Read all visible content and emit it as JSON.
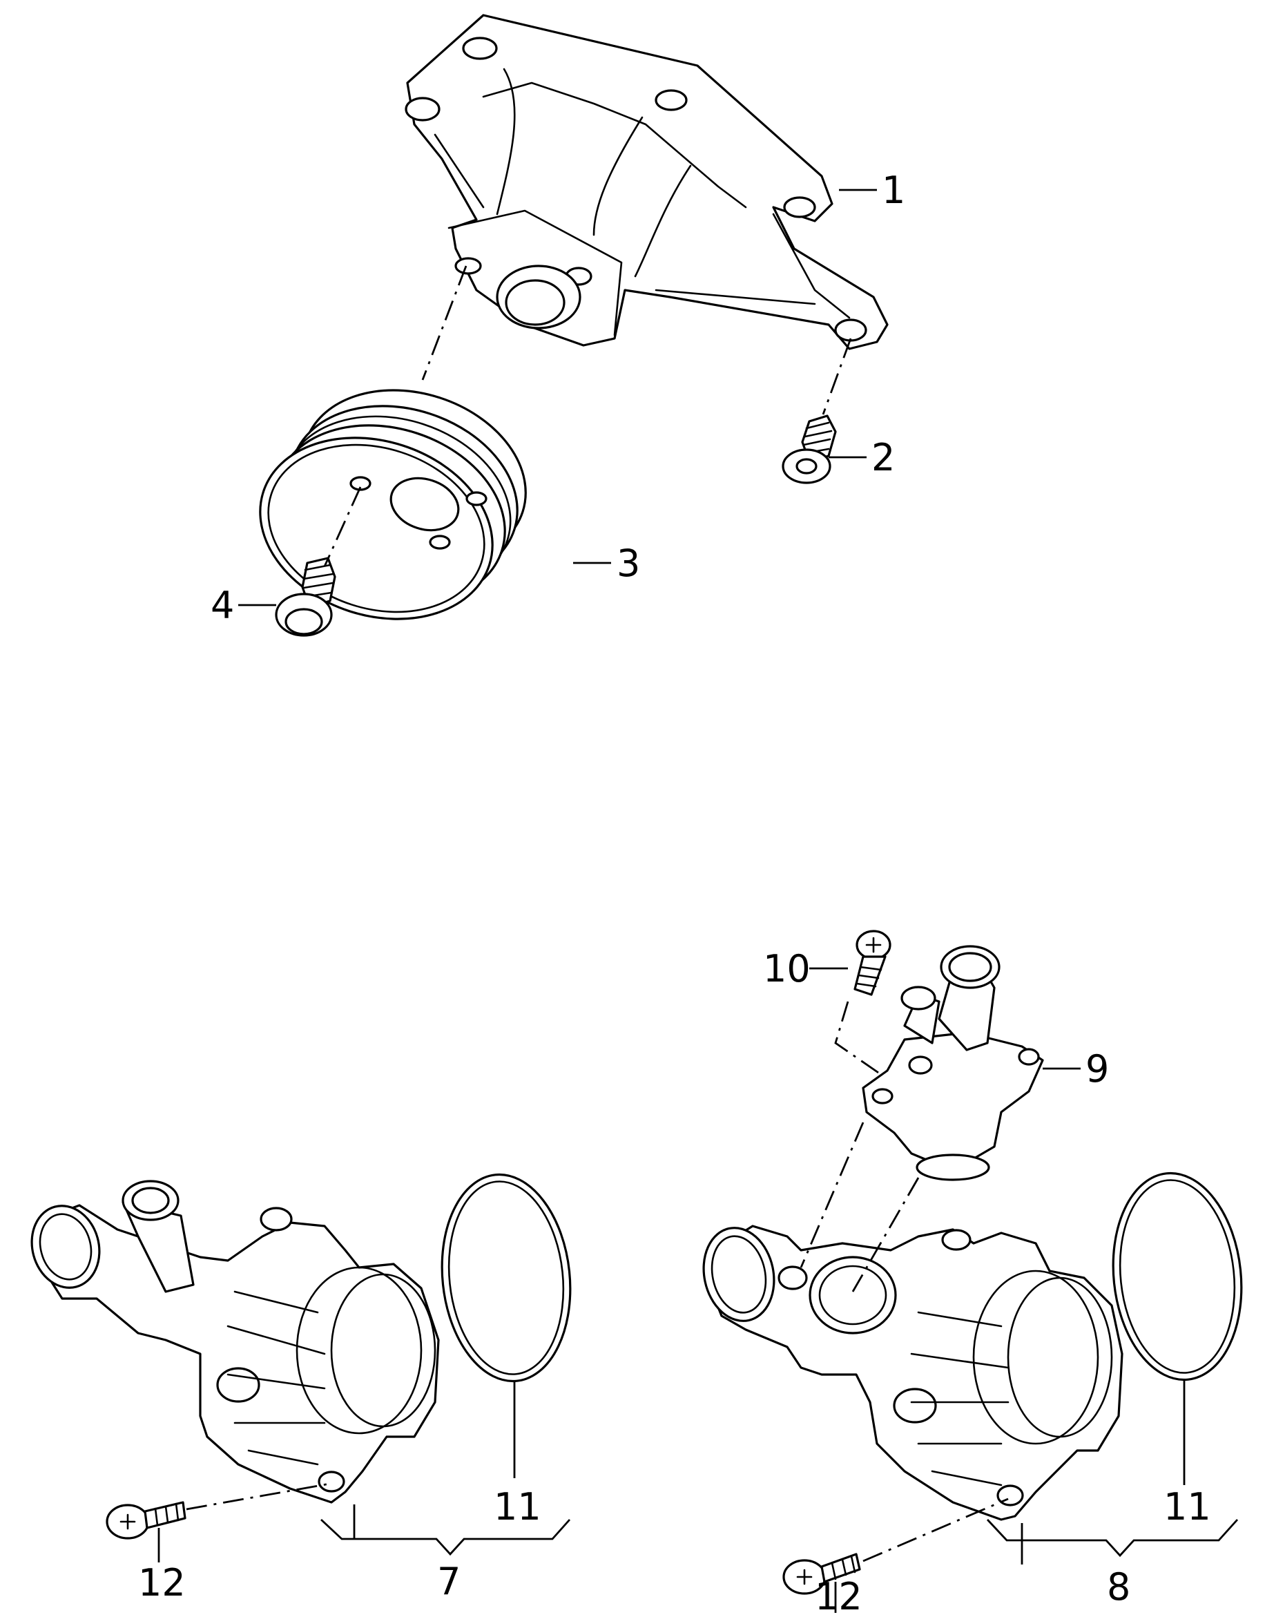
{
  "callouts": {
    "c1": "1",
    "c2": "2",
    "c3": "3",
    "c4": "4",
    "c7": "7",
    "c8": "8",
    "c9": "9",
    "c10": "10",
    "c11a": "11",
    "c11b": "11",
    "c12a": "12",
    "c12b": "12"
  },
  "colors": {
    "line": "#000000",
    "background": "#ffffff"
  }
}
